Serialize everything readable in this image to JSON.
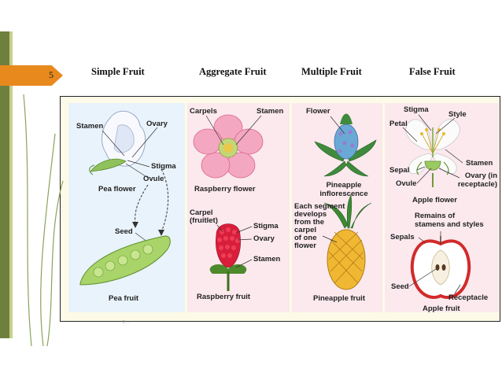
{
  "slide": {
    "page_number": "5",
    "footer": "© ..."
  },
  "columns": [
    {
      "title": "Simple Fruit"
    },
    {
      "title": "Aggregate Fruit"
    },
    {
      "title": "Multiple Fruit"
    },
    {
      "title": "False Fruit"
    }
  ],
  "simple": {
    "stamen": "Stamen",
    "ovary": "Ovary",
    "stigma": "Stigma",
    "ovule": "Ovule",
    "flower": "Pea flower",
    "seed": "Seed",
    "fruit": "Pea fruit"
  },
  "aggregate": {
    "carpels": "Carpels",
    "stamen": "Stamen",
    "flower": "Raspberry flower",
    "carpel": "Carpel",
    "carpel2": "(fruitlet)",
    "stigma": "Stigma",
    "ovary": "Ovary",
    "stamen2": "Stamen",
    "fruit": "Raspberry fruit"
  },
  "multiple": {
    "flower": "Flower",
    "inflor1": "Pineapple",
    "inflor2": "inflorescence",
    "seg1": "Each segment",
    "seg2": "develops",
    "seg3": "from the",
    "seg4": "carpel",
    "seg5": "of one",
    "seg6": "flower",
    "fruit": "Pineapple fruit"
  },
  "false": {
    "stigma": "Stigma",
    "style": "Style",
    "petal": "Petal",
    "stamen": "Stamen",
    "sepal": "Sepal",
    "ovule": "Ovule",
    "ovary1": "Ovary (in",
    "ovary2": "receptacle)",
    "flower": "Apple flower",
    "remains1": "Remains of",
    "remains2": "stamens and styles",
    "sepals": "Sepals",
    "seed": "Seed",
    "receptacle": "Receptacle",
    "fruit": "Apple fruit"
  },
  "colors": {
    "accent_tab": "#e8891e",
    "strip": "#6e7f3e"
  }
}
